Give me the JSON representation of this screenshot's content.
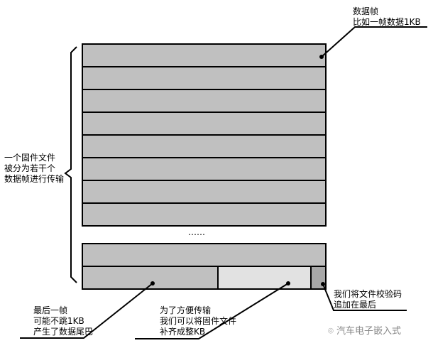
{
  "labels": {
    "frame": [
      "数据帧",
      "比如一帧数据1KB"
    ],
    "split": [
      "一个固件文件",
      "被分为若干个",
      "数据帧进行传输"
    ],
    "ellipsis": "……",
    "last_frame": [
      "最后一帧",
      "可能不跳1KB",
      "产生了数据尾巴"
    ],
    "padding": [
      "为了方便传输",
      "我们可以将固件文件",
      "补齐成整KB"
    ],
    "checksum": [
      "我们将文件校验码",
      "追加在最后"
    ]
  },
  "watermark": "汽车电子嵌入式",
  "colors": {
    "frame": "#c0c0c0",
    "padding": "#e2e2e2",
    "checksum": "#a8a8a8",
    "line": "#000000"
  }
}
